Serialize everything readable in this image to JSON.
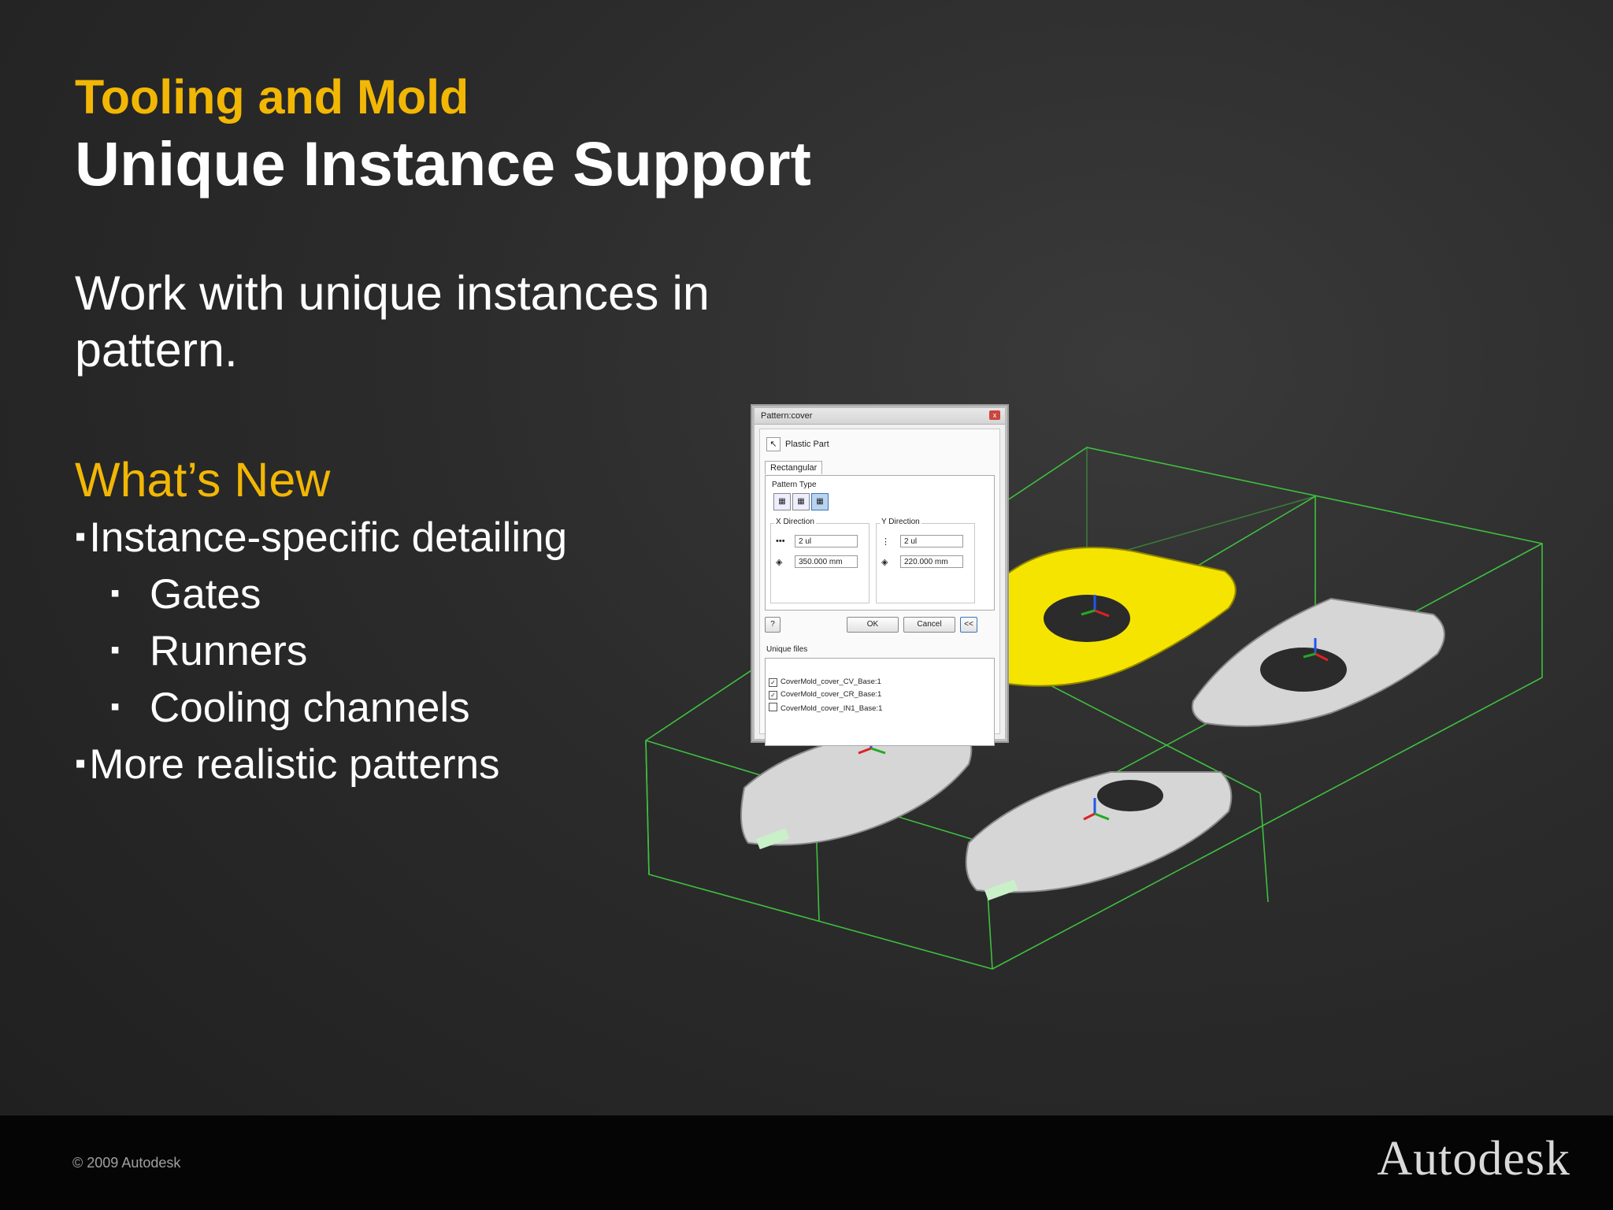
{
  "slide": {
    "kicker": "Tooling and Mold",
    "title": "Unique Instance Support",
    "lead": "Work with unique instances in pattern.",
    "subhead": "What’s New",
    "bullets": [
      {
        "level": 1,
        "text": "Instance-specific detailing"
      },
      {
        "level": 2,
        "text": "Gates"
      },
      {
        "level": 2,
        "text": "Runners"
      },
      {
        "level": 2,
        "text": "Cooling channels"
      },
      {
        "level": 1,
        "text": "More realistic patterns"
      }
    ],
    "bullet_mark_l1": "▪",
    "bullet_mark_l2": "▪"
  },
  "dialog": {
    "title": "Pattern:cover",
    "close_label": "x",
    "plastic_part": "Plastic Part",
    "tab_label": "Rectangular",
    "pattern_type_label": "Pattern Type",
    "x_direction": {
      "label": "X Direction",
      "count": "2 ul",
      "distance": "350.000 mm"
    },
    "y_direction": {
      "label": "Y Direction",
      "count": "2 ul",
      "distance": "220.000 mm"
    },
    "help_label": "?",
    "ok_label": "OK",
    "cancel_label": "Cancel",
    "collapse_label": "<<",
    "unique_files_label": "Unique files",
    "unique_files": [
      {
        "checked": true,
        "name": "CoverMold_cover_CV_Base:1"
      },
      {
        "checked": true,
        "name": "CoverMold_cover_CR_Base:1"
      },
      {
        "checked": false,
        "name": "CoverMold_cover_IN1_Base:1"
      }
    ]
  },
  "colors": {
    "accent": "#f2b705",
    "part_highlight": "#f5e400",
    "part_gray": "#d6d6d6",
    "wireframe": "#3fbf3f"
  },
  "footer": {
    "copyright": "© 2009 Autodesk",
    "brand": "Autodesk"
  }
}
